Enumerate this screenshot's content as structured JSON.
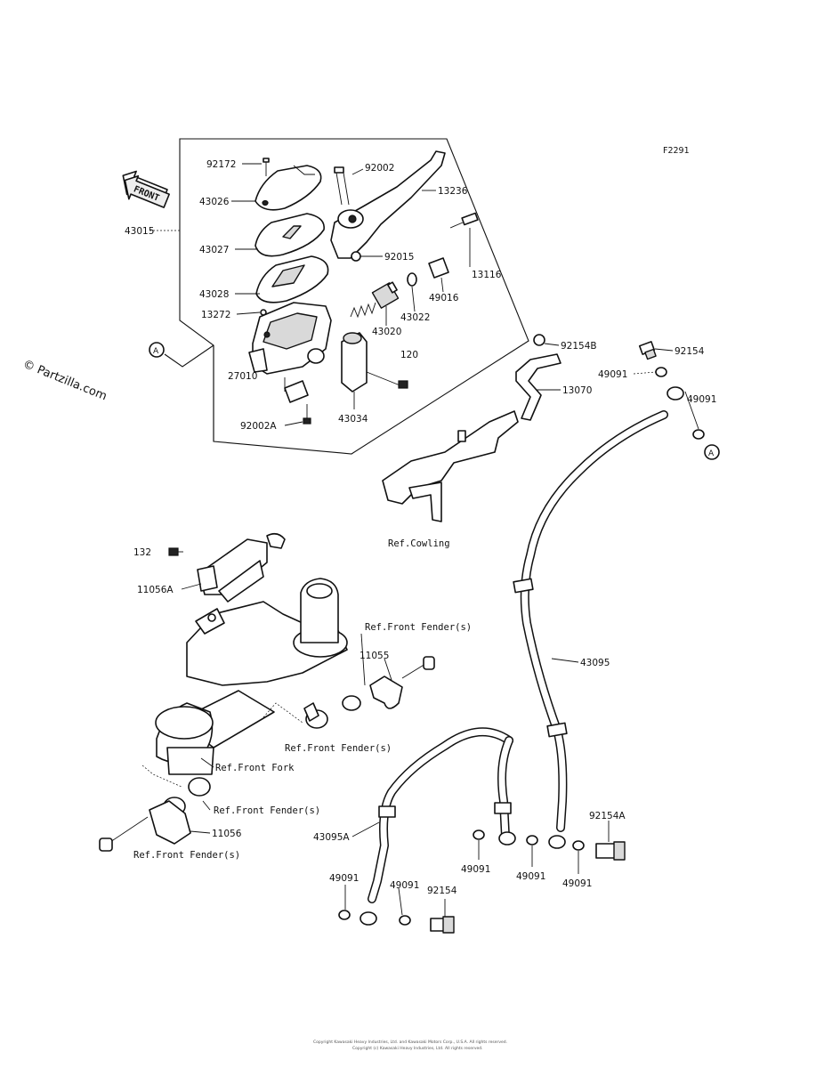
{
  "figure_code": "F2291",
  "watermark": "© Partzilla.com",
  "front_arrow": "FRONT",
  "copyright_lines": [
    "Copyright Kawasaki Heavy Industries, Ltd. and Kawasaki Motors Corp., U.S.A. All rights reserved.",
    "Copyright (c) Kawasaki Heavy Industries, Ltd. All rights reserved."
  ],
  "callouts": {
    "circle_a_left": "A",
    "circle_a_right": "A"
  },
  "labels": {
    "p92172": "92172",
    "p43026": "43026",
    "p43015": "43015",
    "p43027": "43027",
    "p43028": "43028",
    "p13272": "13272",
    "p92002": "92002",
    "p13236": "13236",
    "p92015": "92015",
    "p13116": "13116",
    "p49016": "49016",
    "p43022": "43022",
    "p43020": "43020",
    "p120": "120",
    "p27010": "27010",
    "p43034": "43034",
    "p92002a": "92002A",
    "p92154b": "92154B",
    "p13070": "13070",
    "p92154_top": "92154",
    "p49091_top1": "49091",
    "p49091_top2": "49091",
    "ref_cowling": "Ref.Cowling",
    "p132": "132",
    "p11056a": "11056A",
    "ref_front_fender_1": "Ref.Front Fender(s)",
    "p11055": "11055",
    "ref_front_fender_2": "Ref.Front Fender(s)",
    "ref_front_fork": "Ref.Front Fork",
    "ref_front_fender_3": "Ref.Front Fender(s)",
    "p11056": "11056",
    "ref_front_fender_4": "Ref.Front Fender(s)",
    "p43095": "43095",
    "p43095a": "43095A",
    "p92154a": "92154A",
    "p49091_b1": "49091",
    "p49091_b2": "49091",
    "p49091_b3": "49091",
    "p49091_b4": "49091",
    "p49091_b5": "49091",
    "p92154_bottom": "92154"
  }
}
